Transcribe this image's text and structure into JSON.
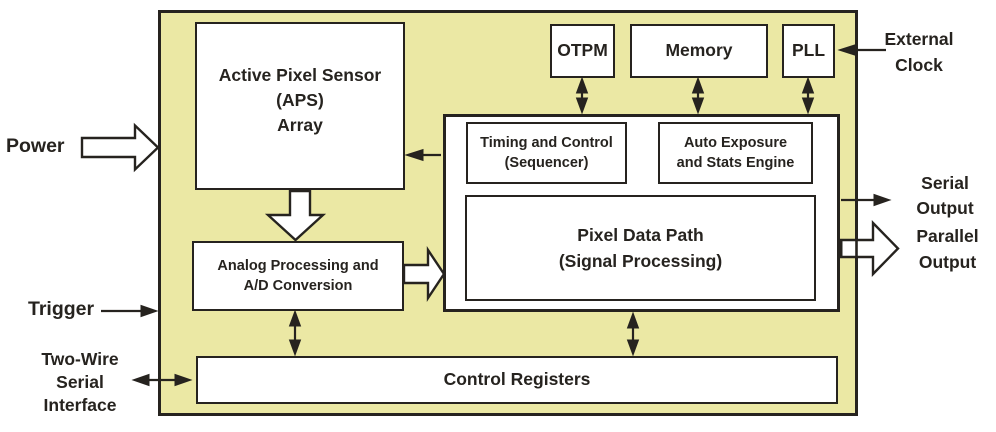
{
  "colors": {
    "background": "#ebe8a4",
    "stroke": "#26231f",
    "box_fill": "#ffffff"
  },
  "blocks": {
    "aps": {
      "lines": [
        "Active Pixel Sensor",
        "(APS)",
        "Array"
      ]
    },
    "otpm": {
      "label": "OTPM"
    },
    "memory": {
      "label": "Memory"
    },
    "pll": {
      "label": "PLL"
    },
    "timing": {
      "lines": [
        "Timing and Control",
        "(Sequencer)"
      ]
    },
    "auto_exposure": {
      "lines": [
        "Auto Exposure",
        "and Stats Engine"
      ]
    },
    "pixel_data_path": {
      "lines": [
        "Pixel Data Path",
        "(Signal Processing)"
      ]
    },
    "analog": {
      "lines": [
        "Analog Processing and",
        "A/D Conversion"
      ]
    },
    "control_registers": {
      "label": "Control Registers"
    }
  },
  "external_labels": {
    "power": "Power",
    "trigger": "Trigger",
    "two_wire": {
      "lines": [
        "Two-Wire",
        "Serial",
        "Interface"
      ]
    },
    "external_clock": {
      "lines": [
        "External",
        "Clock"
      ]
    },
    "serial_output": {
      "lines": [
        "Serial",
        "Output"
      ]
    },
    "parallel_output": {
      "lines": [
        "Parallel",
        "Output"
      ]
    }
  }
}
